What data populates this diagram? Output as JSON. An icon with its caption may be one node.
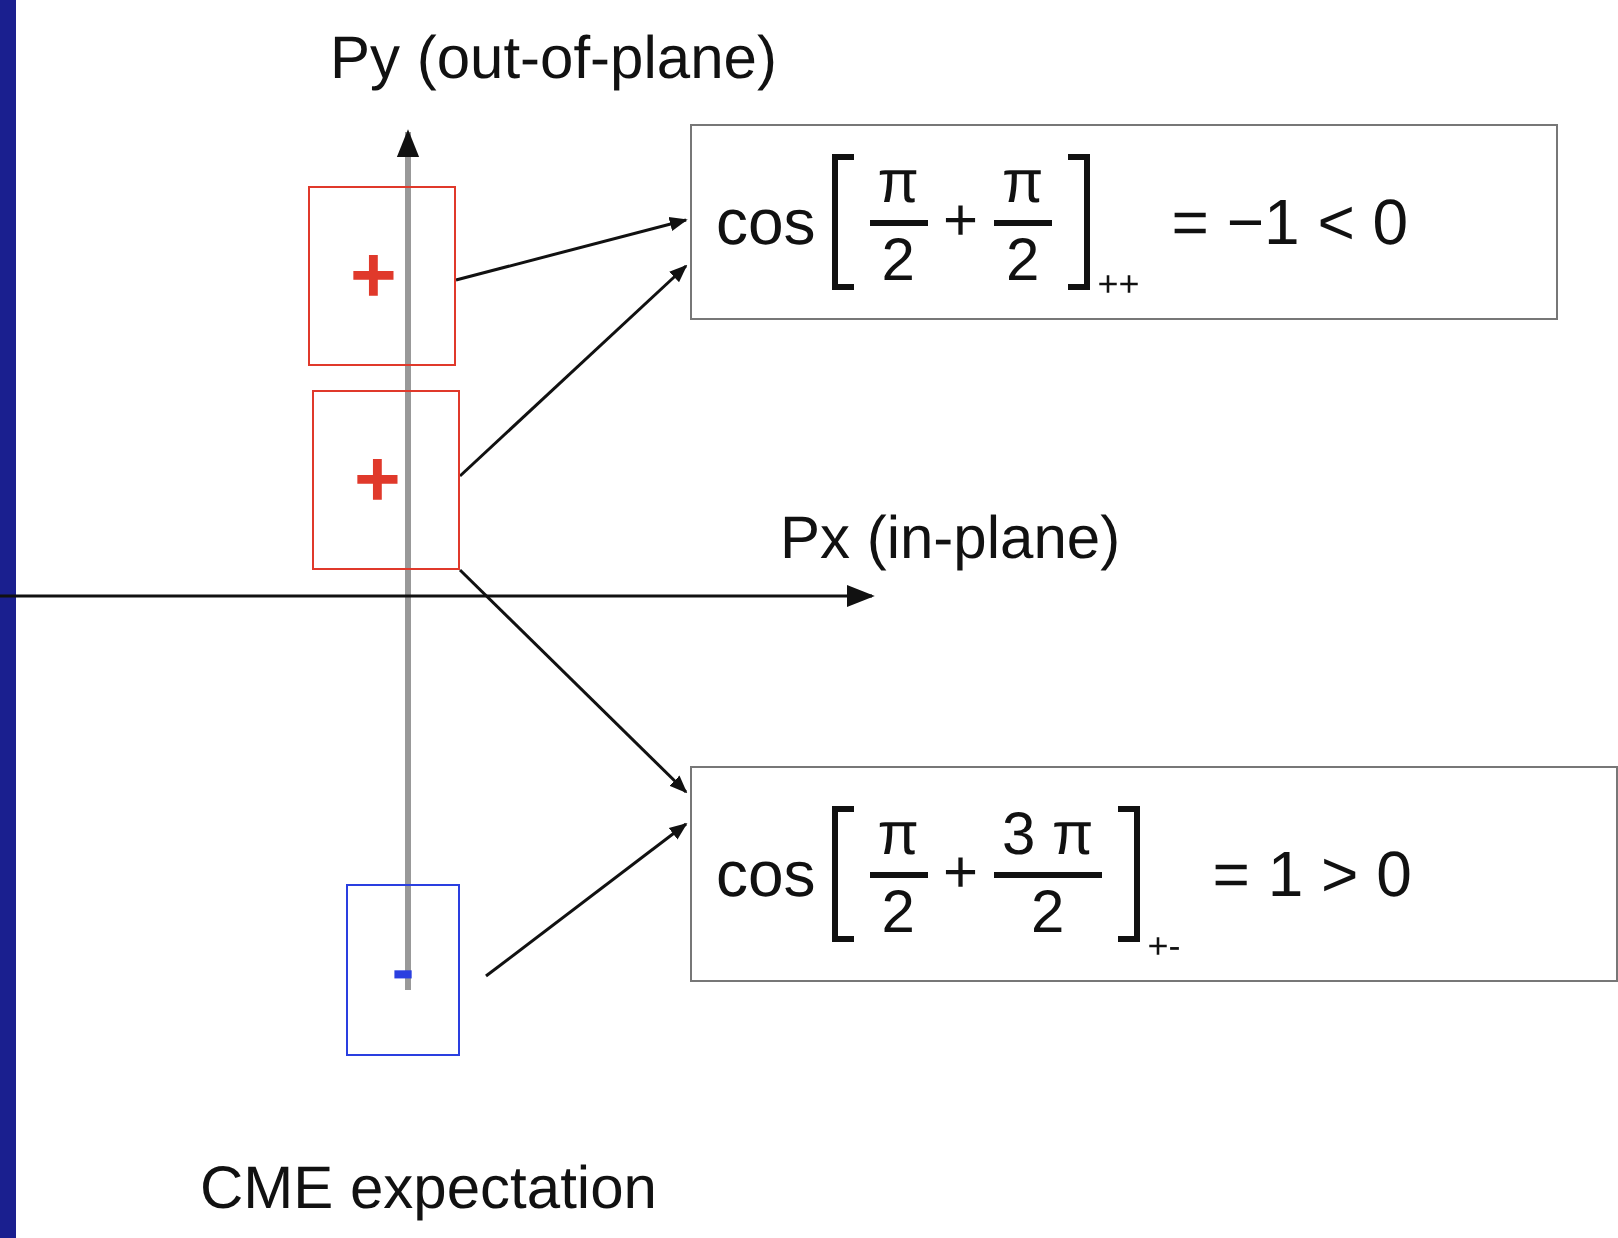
{
  "diagram": {
    "nodes": [
      {
        "text": [
          "+"
        ]
      },
      {
        "text": [
          "+"
        ]
      },
      {
        "text": [
          "-"
        ]
      },
      {
        "text": [
          "cos",
          "π",
          "2",
          "+",
          "π",
          "2",
          "++",
          "= −1 < 0"
        ]
      },
      {
        "text": [
          "cos",
          "π",
          "2",
          "+",
          "3 π",
          "2",
          "+-",
          "= 1 > 0"
        ]
      }
    ],
    "edges": [
      {
        "from": 0,
        "to": 3,
        "arrow": "to"
      },
      {
        "from": 1,
        "to": 3,
        "arrow": "to"
      },
      {
        "from": 1,
        "to": 4,
        "arrow": "to"
      },
      {
        "from": 2,
        "to": 4,
        "arrow": "to"
      }
    ],
    "labels": [
      "Py (out-of-plane)",
      "Px (in-plane)",
      "CME expectation"
    ]
  }
}
